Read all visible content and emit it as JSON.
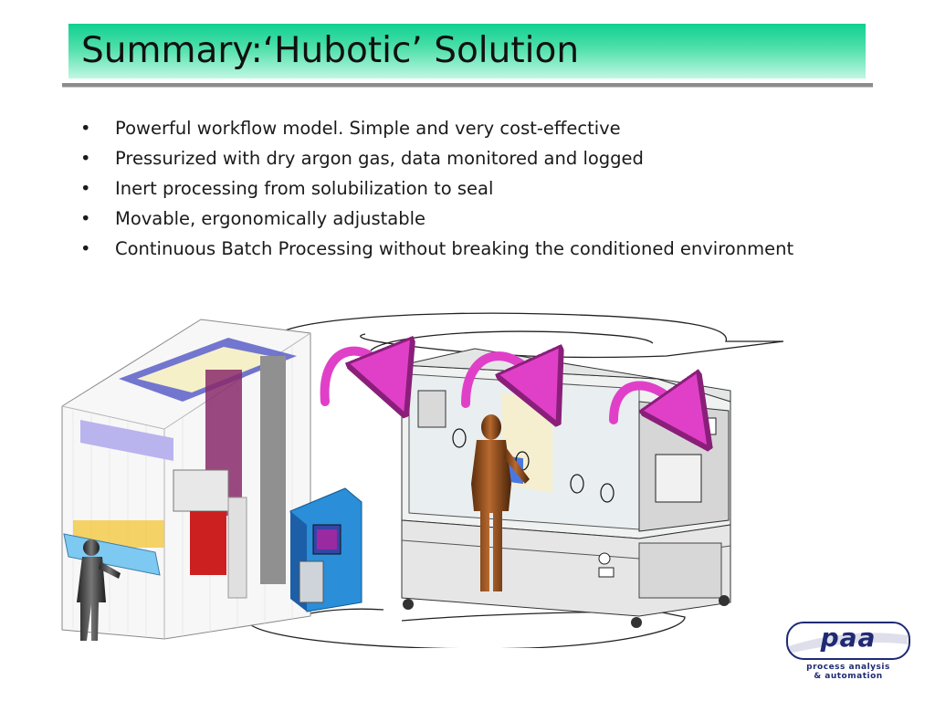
{
  "slide": {
    "title": "Summary:‘Hubotic’ Solution",
    "bullets": [
      "Powerful workflow model.  Simple and very cost-effective",
      "Pressurized with dry argon gas, data monitored and logged",
      "Inert processing from solubilization to seal",
      "Movable, ergonomically adjustable",
      "Continuous Batch Processing without breaking the conditioned environment"
    ],
    "bullet_symbol": "•"
  },
  "logo": {
    "wordmark": "paa",
    "tagline_line1": "process analysis",
    "tagline_line2": "& automation"
  },
  "colors": {
    "title_gradient_top": "#0fd091",
    "title_gradient_bottom": "#c2f7e4",
    "arrow_magenta": "#e040c8",
    "logo_blue": "#1f2a73"
  },
  "illustration": {
    "icons": [
      "storage-rack-illustration",
      "glovebox-illustration",
      "operator-figure",
      "control-terminal",
      "workflow-loop-arrow",
      "transfer-arrow"
    ]
  }
}
